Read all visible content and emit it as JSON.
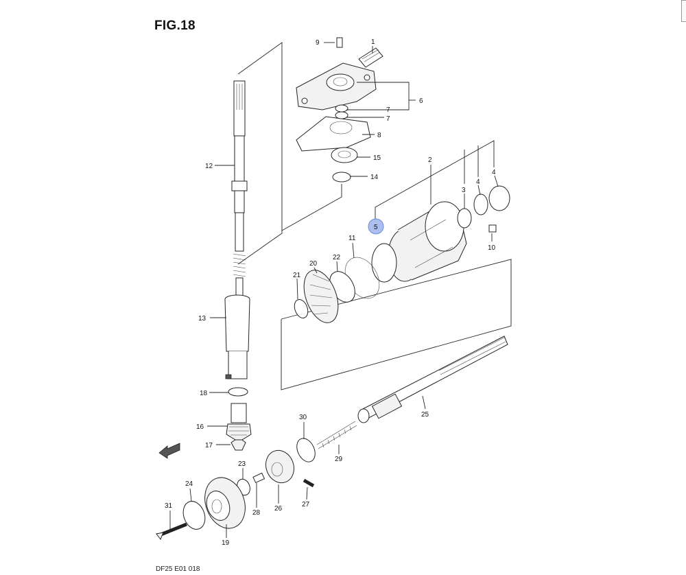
{
  "figure": {
    "title": "FIG.18",
    "code": "DF25 E01 018"
  },
  "highlight": {
    "label": "5",
    "color": "#8fa8e8"
  },
  "callouts": {
    "c1": "1",
    "c2": "2",
    "c3": "3",
    "c4a": "4",
    "c4b": "4",
    "c6": "6",
    "c7a": "7",
    "c7b": "7",
    "c8": "8",
    "c9": "9",
    "c10": "10",
    "c11": "11",
    "c12": "12",
    "c13": "13",
    "c14": "14",
    "c15": "15",
    "c16": "16",
    "c17": "17",
    "c18": "18",
    "c19": "19",
    "c20": "20",
    "c21": "21",
    "c22": "22",
    "c23": "23",
    "c24": "24",
    "c25": "25",
    "c26": "26",
    "c27": "27",
    "c28": "28",
    "c29": "29",
    "c30": "30",
    "c31": "31"
  },
  "direction_icon": "forward-arrow-icon"
}
